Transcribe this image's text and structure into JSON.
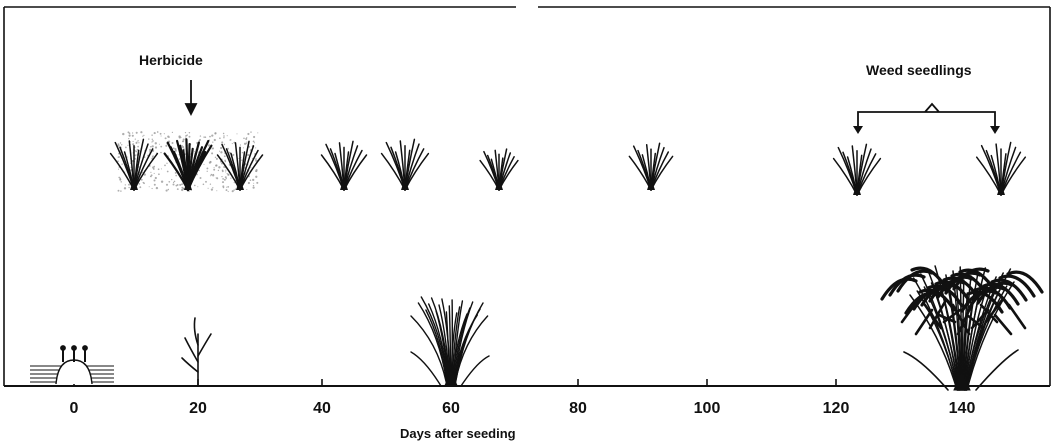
{
  "annotations": {
    "herbicide": "Herbicide",
    "weed_seedlings": "Weed seedlings"
  },
  "axis": {
    "title": "Days after seeding",
    "ticks": [
      "0",
      "20",
      "40",
      "60",
      "80",
      "100",
      "120",
      "140"
    ]
  },
  "colors": {
    "ink": "#111111",
    "spray": "#9a9a9a",
    "background": "#ffffff"
  }
}
